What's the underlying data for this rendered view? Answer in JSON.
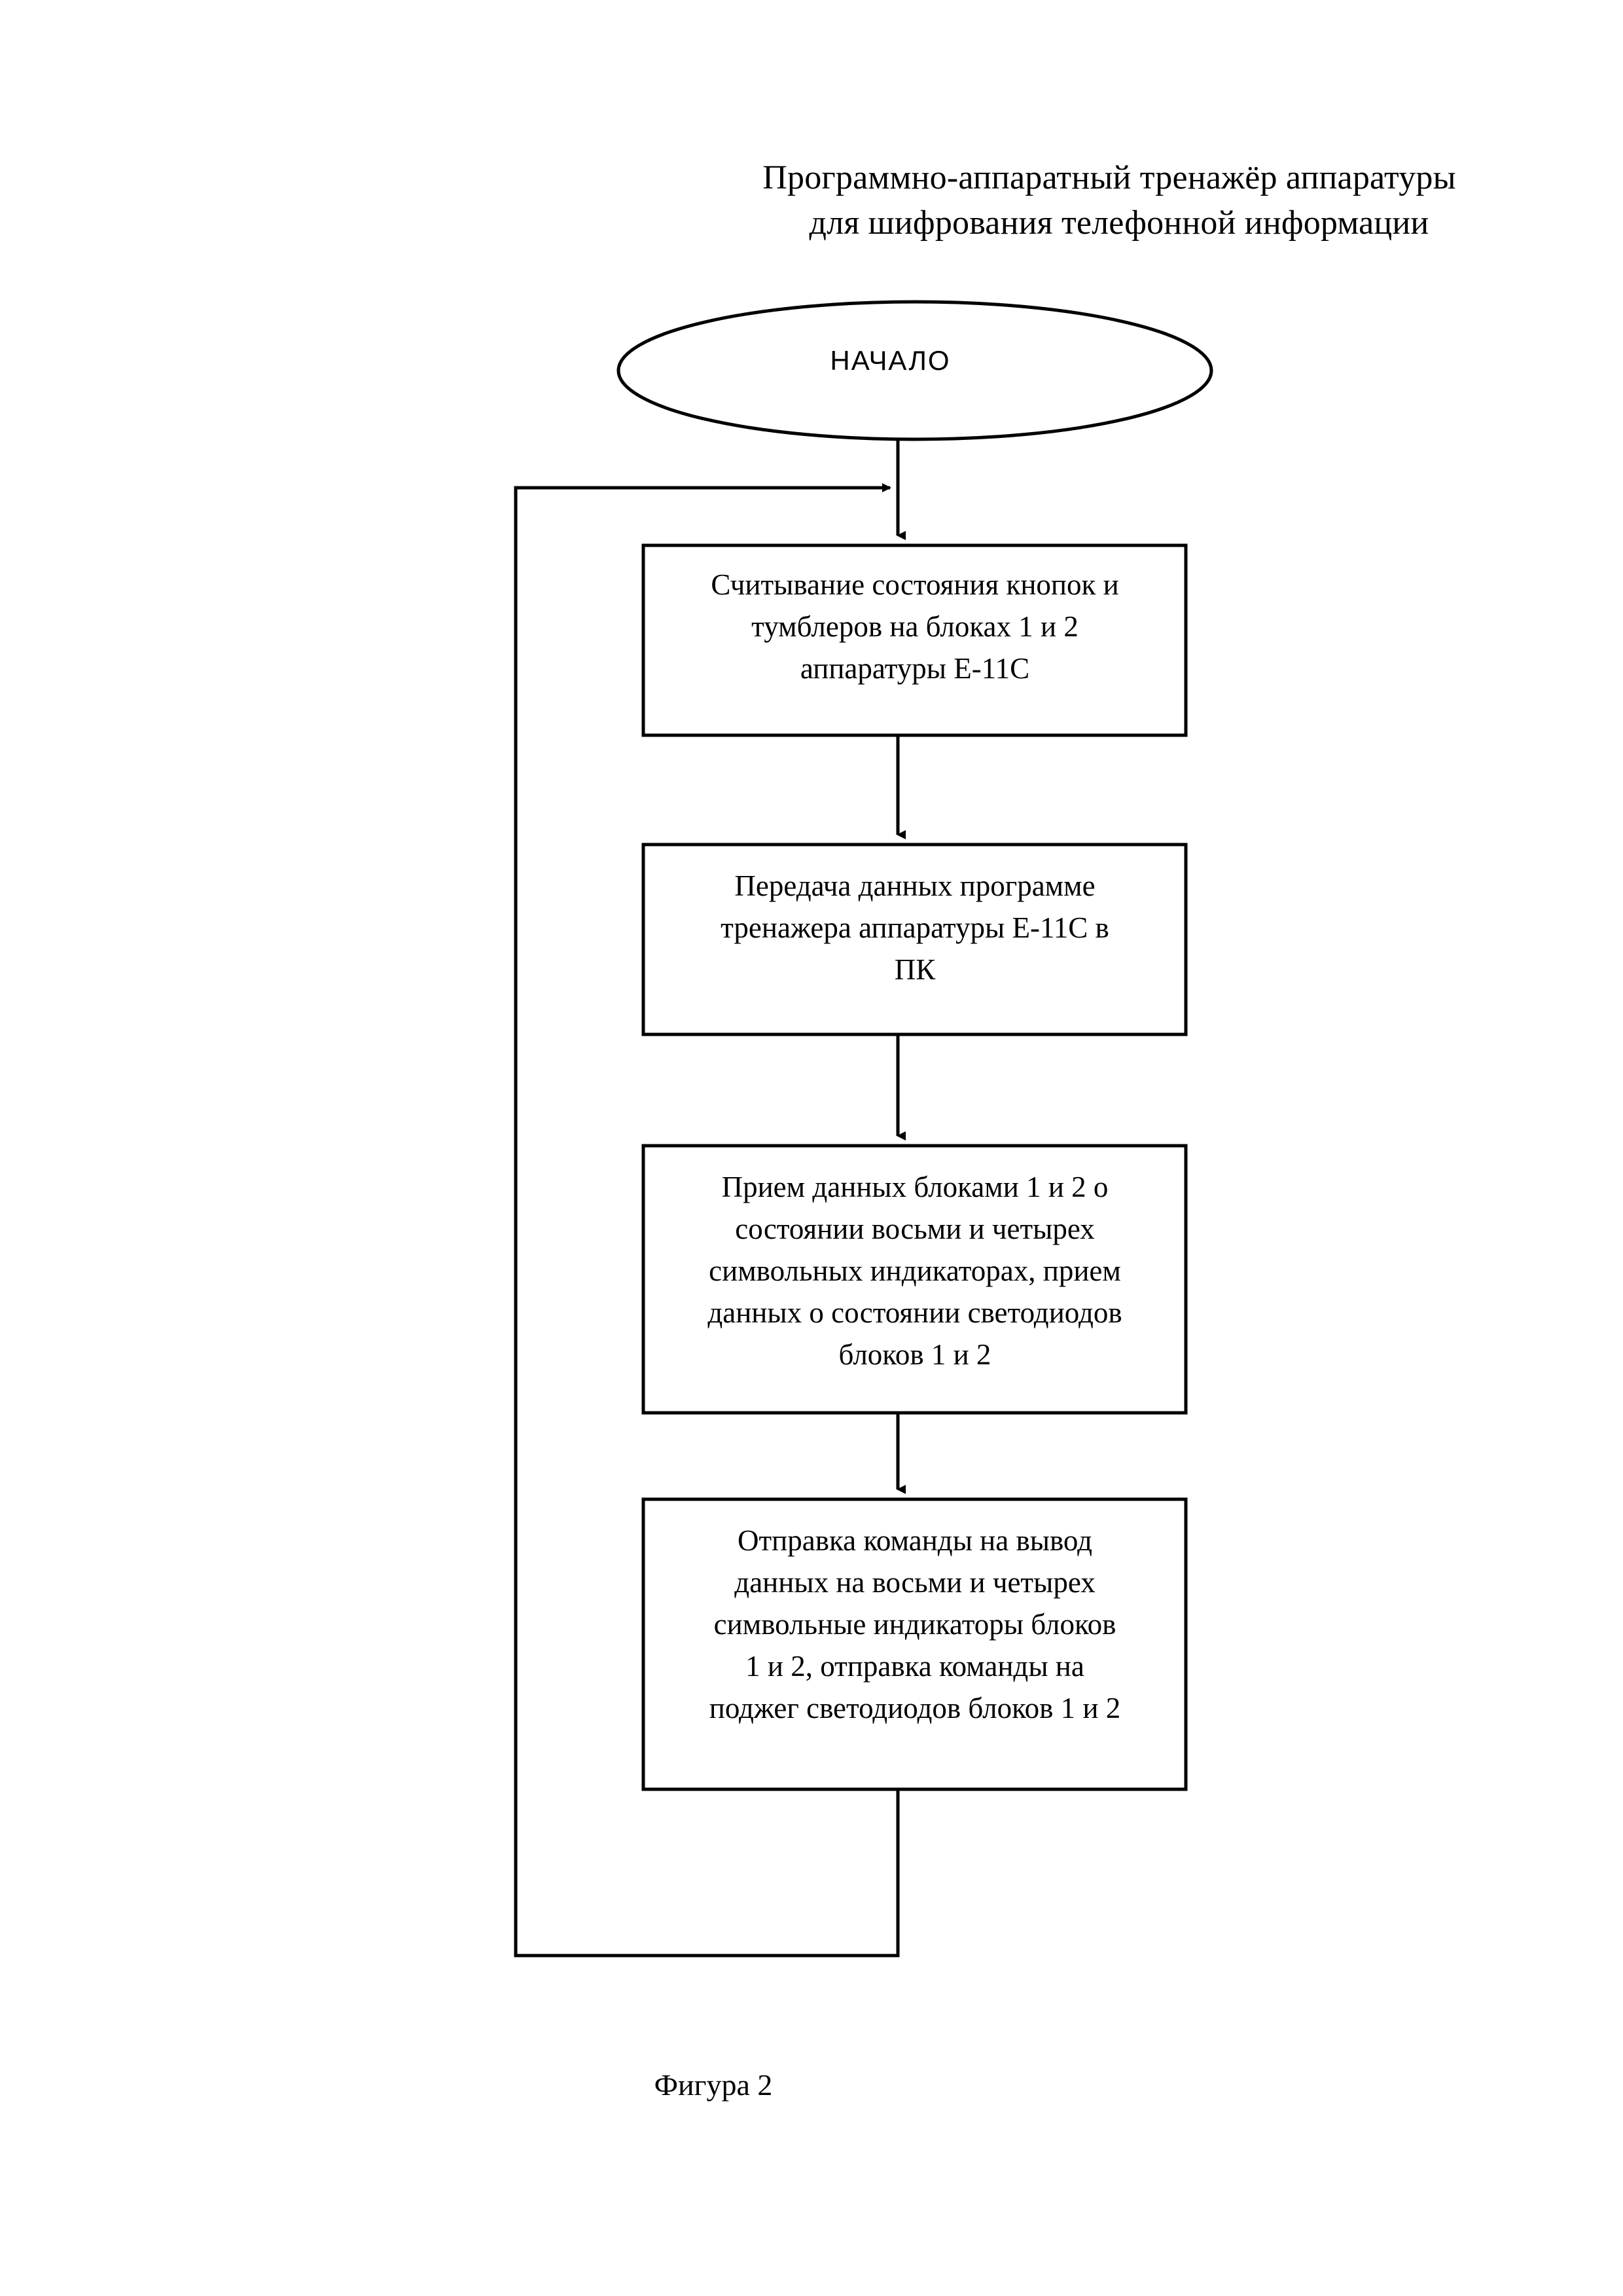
{
  "title": {
    "line1": "Программно-аппаратный тренажёр аппаратуры",
    "line2": "для шифрования телефонной информации"
  },
  "flowchart": {
    "start_node": {
      "shape": "ellipse",
      "label": "НАЧАЛО"
    },
    "steps": [
      {
        "id": "box1",
        "shape": "process",
        "lines": [
          "Считывание состояния кнопок и",
          "тумблеров на блоках 1 и 2",
          "аппаратуры Е-11С"
        ]
      },
      {
        "id": "box2",
        "shape": "process",
        "lines": [
          "Передача данных программе",
          "тренажера аппаратуры Е-11С в",
          "ПК"
        ]
      },
      {
        "id": "box3",
        "shape": "process",
        "lines": [
          "Прием данных блоками 1 и 2 о",
          "состоянии  восьми и четырех",
          "символьных индикаторах, прием",
          "данных о состоянии светодиодов",
          "блоков 1 и 2"
        ]
      },
      {
        "id": "box4",
        "shape": "process",
        "lines": [
          "Отправка команды на вывод",
          "данных на восьми и четырех",
          "символьные индикаторы блоков",
          "1 и 2, отправка команды на",
          "поджег светодиодов блоков 1 и 2"
        ]
      }
    ],
    "connectors": [
      {
        "from": "start_node",
        "to": "box1",
        "type": "arrow-down"
      },
      {
        "from": "box1",
        "to": "box2",
        "type": "arrow-down"
      },
      {
        "from": "box2",
        "to": "box3",
        "type": "arrow-down"
      },
      {
        "from": "box3",
        "to": "box4",
        "type": "arrow-down"
      },
      {
        "from": "box4",
        "to": "box1",
        "type": "feedback-loop-left"
      }
    ]
  },
  "caption": "Фигура 2",
  "colors": {
    "ink": "#000000",
    "paper": "#ffffff"
  }
}
